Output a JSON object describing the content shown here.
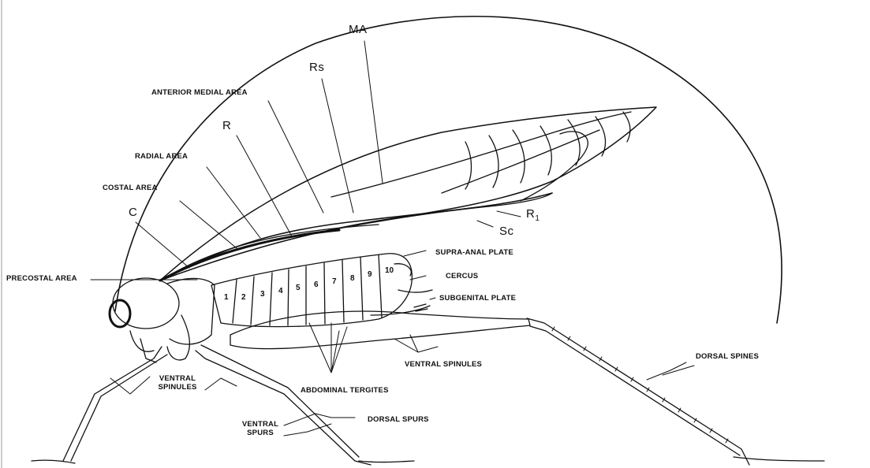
{
  "labels": {
    "ma": "MA",
    "rs": "Rs",
    "anterior_medial_area": "ANTERIOR MEDIAL AREA",
    "r": "R",
    "radial_area": "RADIAL AREA",
    "costal_area": "COSTAL AREA",
    "c": "C",
    "precostal_area": "PRECOSTAL AREA",
    "r1_main": "R",
    "r1_sub": "1",
    "sc": "Sc",
    "supra_anal_plate": "SUPRA-ANAL PLATE",
    "cercus": "CERCUS",
    "subgenital_plate": "SUBGENITAL PLATE",
    "dorsal_spines": "DORSAL SPINES",
    "ventral_spinules_mid": "VENTRAL SPINULES",
    "abdominal_tergites": "ABDOMINAL TERGITES",
    "ventral_spinules_left_1": "VENTRAL",
    "ventral_spinules_left_2": "SPINULES",
    "dorsal_spurs": "DORSAL SPURS",
    "ventral_spurs_1": "VENTRAL",
    "ventral_spurs_2": "SPURS"
  },
  "segments": [
    "1",
    "2",
    "3",
    "4",
    "5",
    "6",
    "7",
    "8",
    "9",
    "10"
  ],
  "colors": {
    "ink": "#111111",
    "background": "#ffffff"
  }
}
